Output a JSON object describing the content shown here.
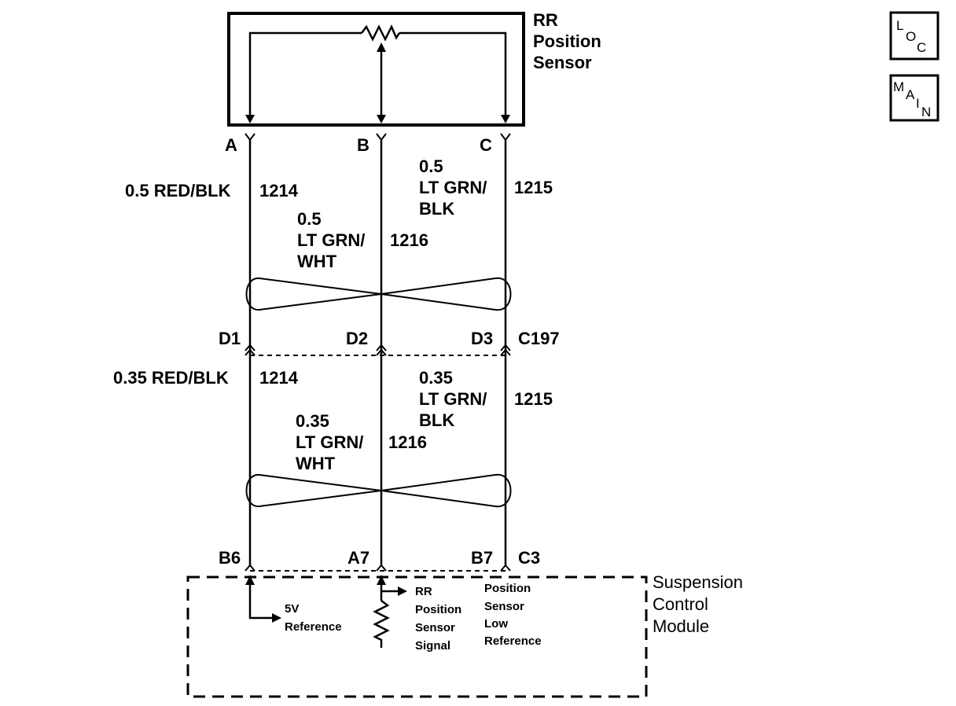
{
  "sensor": {
    "name_lines": [
      "RR",
      "Position",
      "Sensor"
    ],
    "pins": [
      "A",
      "B",
      "C"
    ]
  },
  "upper_wires": {
    "a": {
      "gauge_color": "0.5 RED/BLK",
      "circuit": "1214"
    },
    "b": {
      "lines": [
        "0.5",
        "LT GRN/",
        "WHT"
      ],
      "circuit": "1216"
    },
    "c": {
      "lines": [
        "0.5",
        "LT GRN/",
        "BLK"
      ],
      "circuit": "1215"
    }
  },
  "connector_c197": {
    "name": "C197",
    "pins": [
      "D1",
      "D2",
      "D3"
    ]
  },
  "lower_wires": {
    "a": {
      "gauge_color": "0.35 RED/BLK",
      "circuit": "1214"
    },
    "b": {
      "lines": [
        "0.35",
        "LT GRN/",
        "WHT"
      ],
      "circuit": "1216"
    },
    "c": {
      "lines": [
        "0.35",
        "LT GRN/",
        "BLK"
      ],
      "circuit": "1215"
    }
  },
  "module": {
    "name_lines": [
      "Suspension",
      "Control",
      "Module"
    ],
    "connector": "C3",
    "pins": [
      "B6",
      "A7",
      "B7"
    ],
    "ref_5v_lines": [
      "5V",
      "Reference"
    ],
    "signal_lines": [
      "RR",
      "Position",
      "Sensor",
      "Signal"
    ],
    "low_ref_lines": [
      "Position",
      "Sensor",
      "Low",
      "Reference"
    ]
  },
  "icons": {
    "loc": {
      "l": "L",
      "o": "O",
      "c": "C"
    },
    "main": {
      "m": "M",
      "a": "A",
      "i": "I",
      "n": "N"
    }
  }
}
